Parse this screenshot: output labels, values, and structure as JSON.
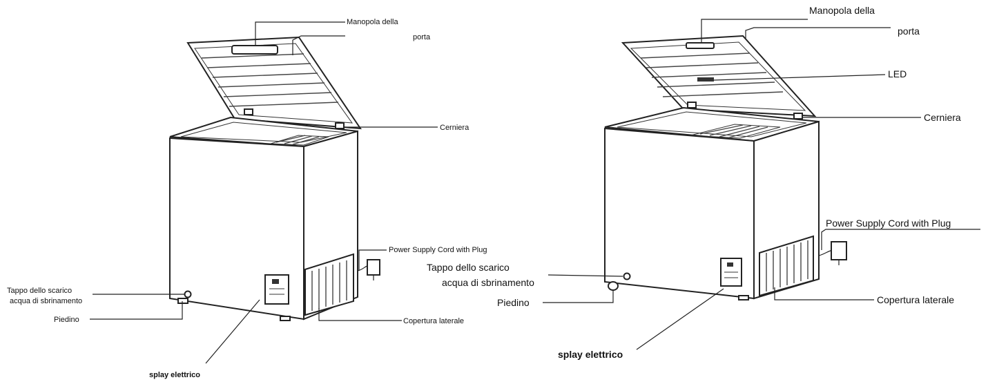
{
  "left_diagram": {
    "labels": {
      "handle_line1": "Manopola della",
      "handle_line2": "porta",
      "hinge": "Cerniera",
      "cord": "Power Supply Cord with Plug",
      "drain_line1": "Tappo dello scarico",
      "drain_line2": "acqua di sbrinamento",
      "foot": "Piedino",
      "side_cover": "Copertura laterale",
      "display": "splay elettrico"
    }
  },
  "right_diagram": {
    "labels": {
      "handle_line1": "Manopola della",
      "handle_line2": "porta",
      "led": "LED",
      "hinge": "Cerniera",
      "cord": "Power Supply Cord with Plug",
      "drain_line1": "Tappo dello scarico",
      "drain_line2": "acqua di sbrinamento",
      "foot": "Piedino",
      "side_cover": "Copertura laterale",
      "display": "splay elettrico"
    }
  }
}
